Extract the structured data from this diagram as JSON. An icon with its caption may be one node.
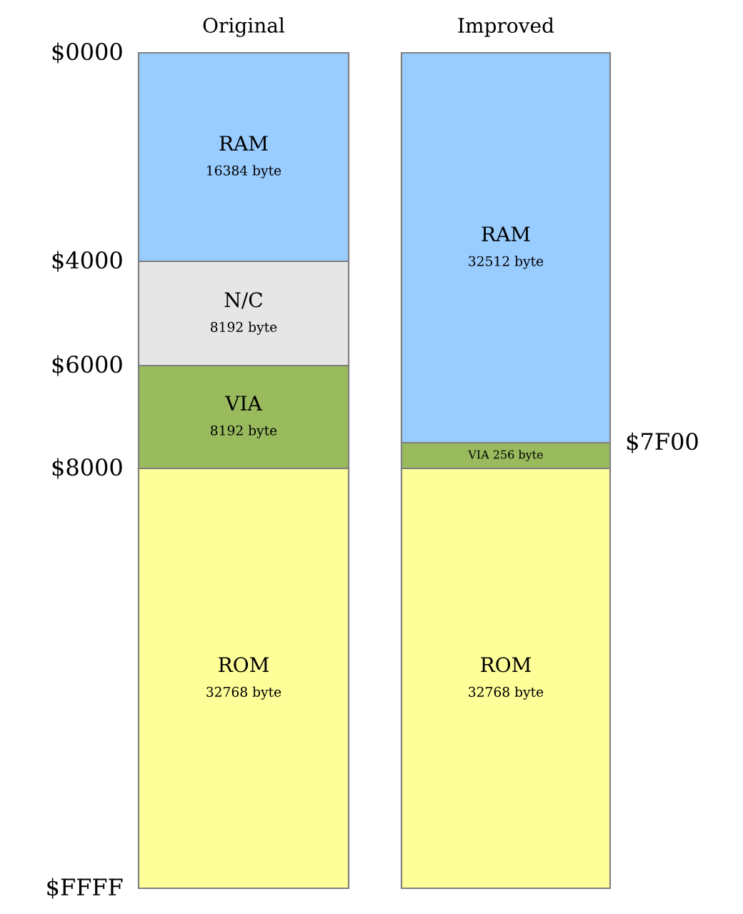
{
  "diagram": {
    "nodes": [
      {
        "text": [
          "Original"
        ]
      },
      {
        "text": [
          "RAM",
          "16384 byte"
        ],
        "in": 0
      },
      {
        "text": [
          "N/C",
          "8192 byte"
        ],
        "in": 0
      },
      {
        "text": [
          "VIA",
          "8192 byte"
        ],
        "in": 0
      },
      {
        "text": [
          "ROM",
          "32768 byte"
        ],
        "in": 0
      },
      {
        "text": [
          "Improved"
        ]
      },
      {
        "text": [
          "RAM",
          "32512 byte"
        ],
        "in": 5
      },
      {
        "text": [
          "VIA 256 byte"
        ],
        "in": 5
      },
      {
        "text": [
          "ROM",
          "32768 byte"
        ],
        "in": 5
      }
    ],
    "labels": [
      "$0000",
      "$4000",
      "$6000",
      "$8000",
      "$FFFF",
      "$7F00"
    ]
  }
}
